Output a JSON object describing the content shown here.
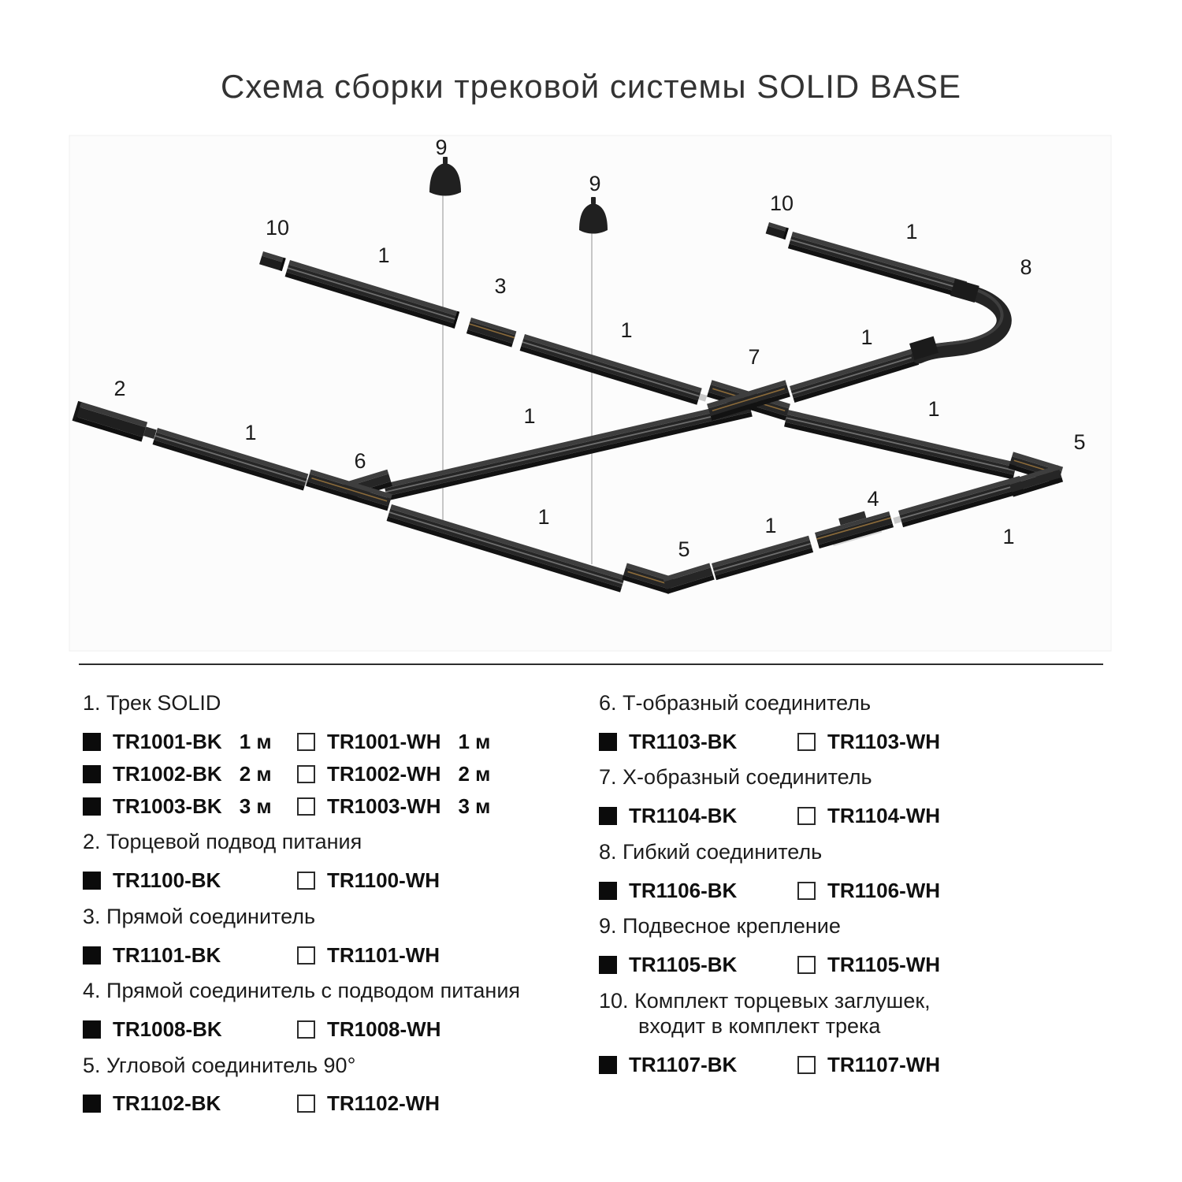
{
  "title": "Схема сборки трековой системы SOLID BASE",
  "diagram": {
    "labels": [
      "9",
      "9",
      "10",
      "1",
      "3",
      "1",
      "7",
      "10",
      "1",
      "8",
      "1",
      "2",
      "1",
      "6",
      "1",
      "1",
      "5",
      "1",
      "5",
      "1",
      "4",
      "1"
    ]
  },
  "parts": [
    {
      "number": "1.",
      "name": "Трек SOLID",
      "rows": [
        {
          "bk": "TR1001-BK",
          "bk_size": "1 м",
          "wh": "TR1001-WH",
          "wh_size": "1 м"
        },
        {
          "bk": "TR1002-BK",
          "bk_size": "2 м",
          "wh": "TR1002-WH",
          "wh_size": "2 м"
        },
        {
          "bk": "TR1003-BK",
          "bk_size": "3 м",
          "wh": "TR1003-WH",
          "wh_size": "3 м"
        }
      ]
    },
    {
      "number": "2.",
      "name": "Торцевой подвод питания",
      "rows": [
        {
          "bk": "TR1100-BK",
          "wh": "TR1100-WH"
        }
      ]
    },
    {
      "number": "3.",
      "name": "Прямой соединитель",
      "rows": [
        {
          "bk": "TR1101-BK",
          "wh": "TR1101-WH"
        }
      ]
    },
    {
      "number": "4.",
      "name": "Прямой соединитель с подводом питания",
      "rows": [
        {
          "bk": "TR1008-BK",
          "wh": "TR1008-WH"
        }
      ]
    },
    {
      "number": "5.",
      "name": "Угловой соединитель 90°",
      "rows": [
        {
          "bk": "TR1102-BK",
          "wh": "TR1102-WH"
        }
      ]
    },
    {
      "number": "6.",
      "name": "Т-образный соединитель",
      "rows": [
        {
          "bk": "TR1103-BK",
          "wh": "TR1103-WH"
        }
      ]
    },
    {
      "number": "7.",
      "name": "Х-образный соединитель",
      "rows": [
        {
          "bk": "TR1104-BK",
          "wh": "TR1104-WH"
        }
      ]
    },
    {
      "number": "8.",
      "name": "Гибкий соединитель",
      "rows": [
        {
          "bk": "TR1106-BK",
          "wh": "TR1106-WH"
        }
      ]
    },
    {
      "number": "9.",
      "name": "Подвесное крепление",
      "rows": [
        {
          "bk": "TR1105-BK",
          "wh": "TR1105-WH"
        }
      ]
    },
    {
      "number": "10.",
      "name": "Комплект торцевых заглушек,",
      "name_line2": "входит в комплект трека",
      "rows": [
        {
          "bk": "TR1107-BK",
          "wh": "TR1107-WH"
        }
      ]
    }
  ]
}
